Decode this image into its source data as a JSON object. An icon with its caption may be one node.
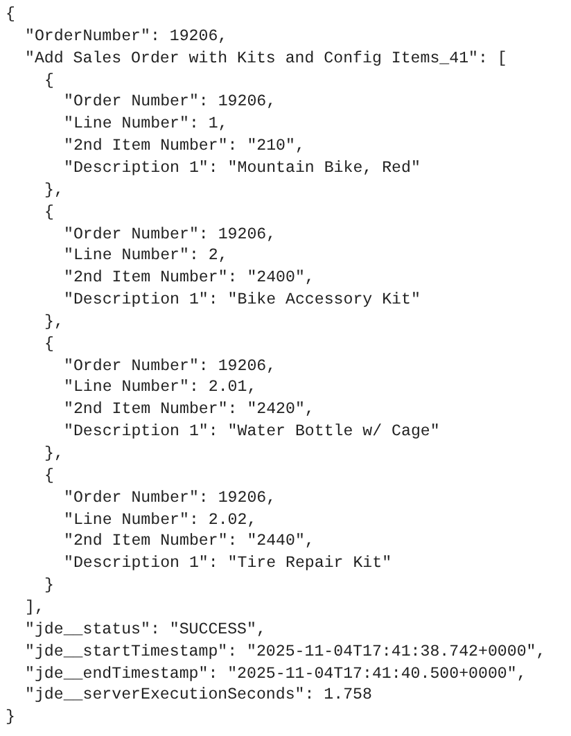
{
  "diagram": {
    "labels": [
      "{",
      "\"OrderNumber\": 19206,",
      "\"Add Sales Order with Kits and Config Items_41\": [",
      "{",
      "\"Order Number\": 19206,",
      "\"Line Number\": 1,",
      "\"2nd Item Number\": \"210\",",
      "\"Description 1\": \"Mountain Bike, Red\"",
      "},",
      "{",
      "\"Order Number\": 19206,",
      "\"Line Number\": 2,",
      "\"2nd Item Number\": \"2400\",",
      "\"Description 1\": \"Bike Accessory Kit\"",
      "},",
      "{",
      "\"Order Number\": 19206,",
      "\"Line Number\": 2.01,",
      "\"2nd Item Number\": \"2420\",",
      "\"Description 1\": \"Water Bottle w/ Cage\"",
      "},",
      "{",
      "\"Order Number\": 19206,",
      "\"Line Number\": 2.02,",
      "\"2nd Item Number\": \"2440\",",
      "\"Description 1\": \"Tire Repair Kit\"",
      "}",
      "],",
      "\"jde__status\": \"SUCCESS\",",
      "\"jde__startTimestamp\": \"2025-11-04T17:41:38.742+0000\",",
      "\"jde__endTimestamp\": \"2025-11-04T17:41:40.500+0000\",",
      "\"jde__serverExecutionSeconds\": 1.758",
      "}"
    ]
  }
}
